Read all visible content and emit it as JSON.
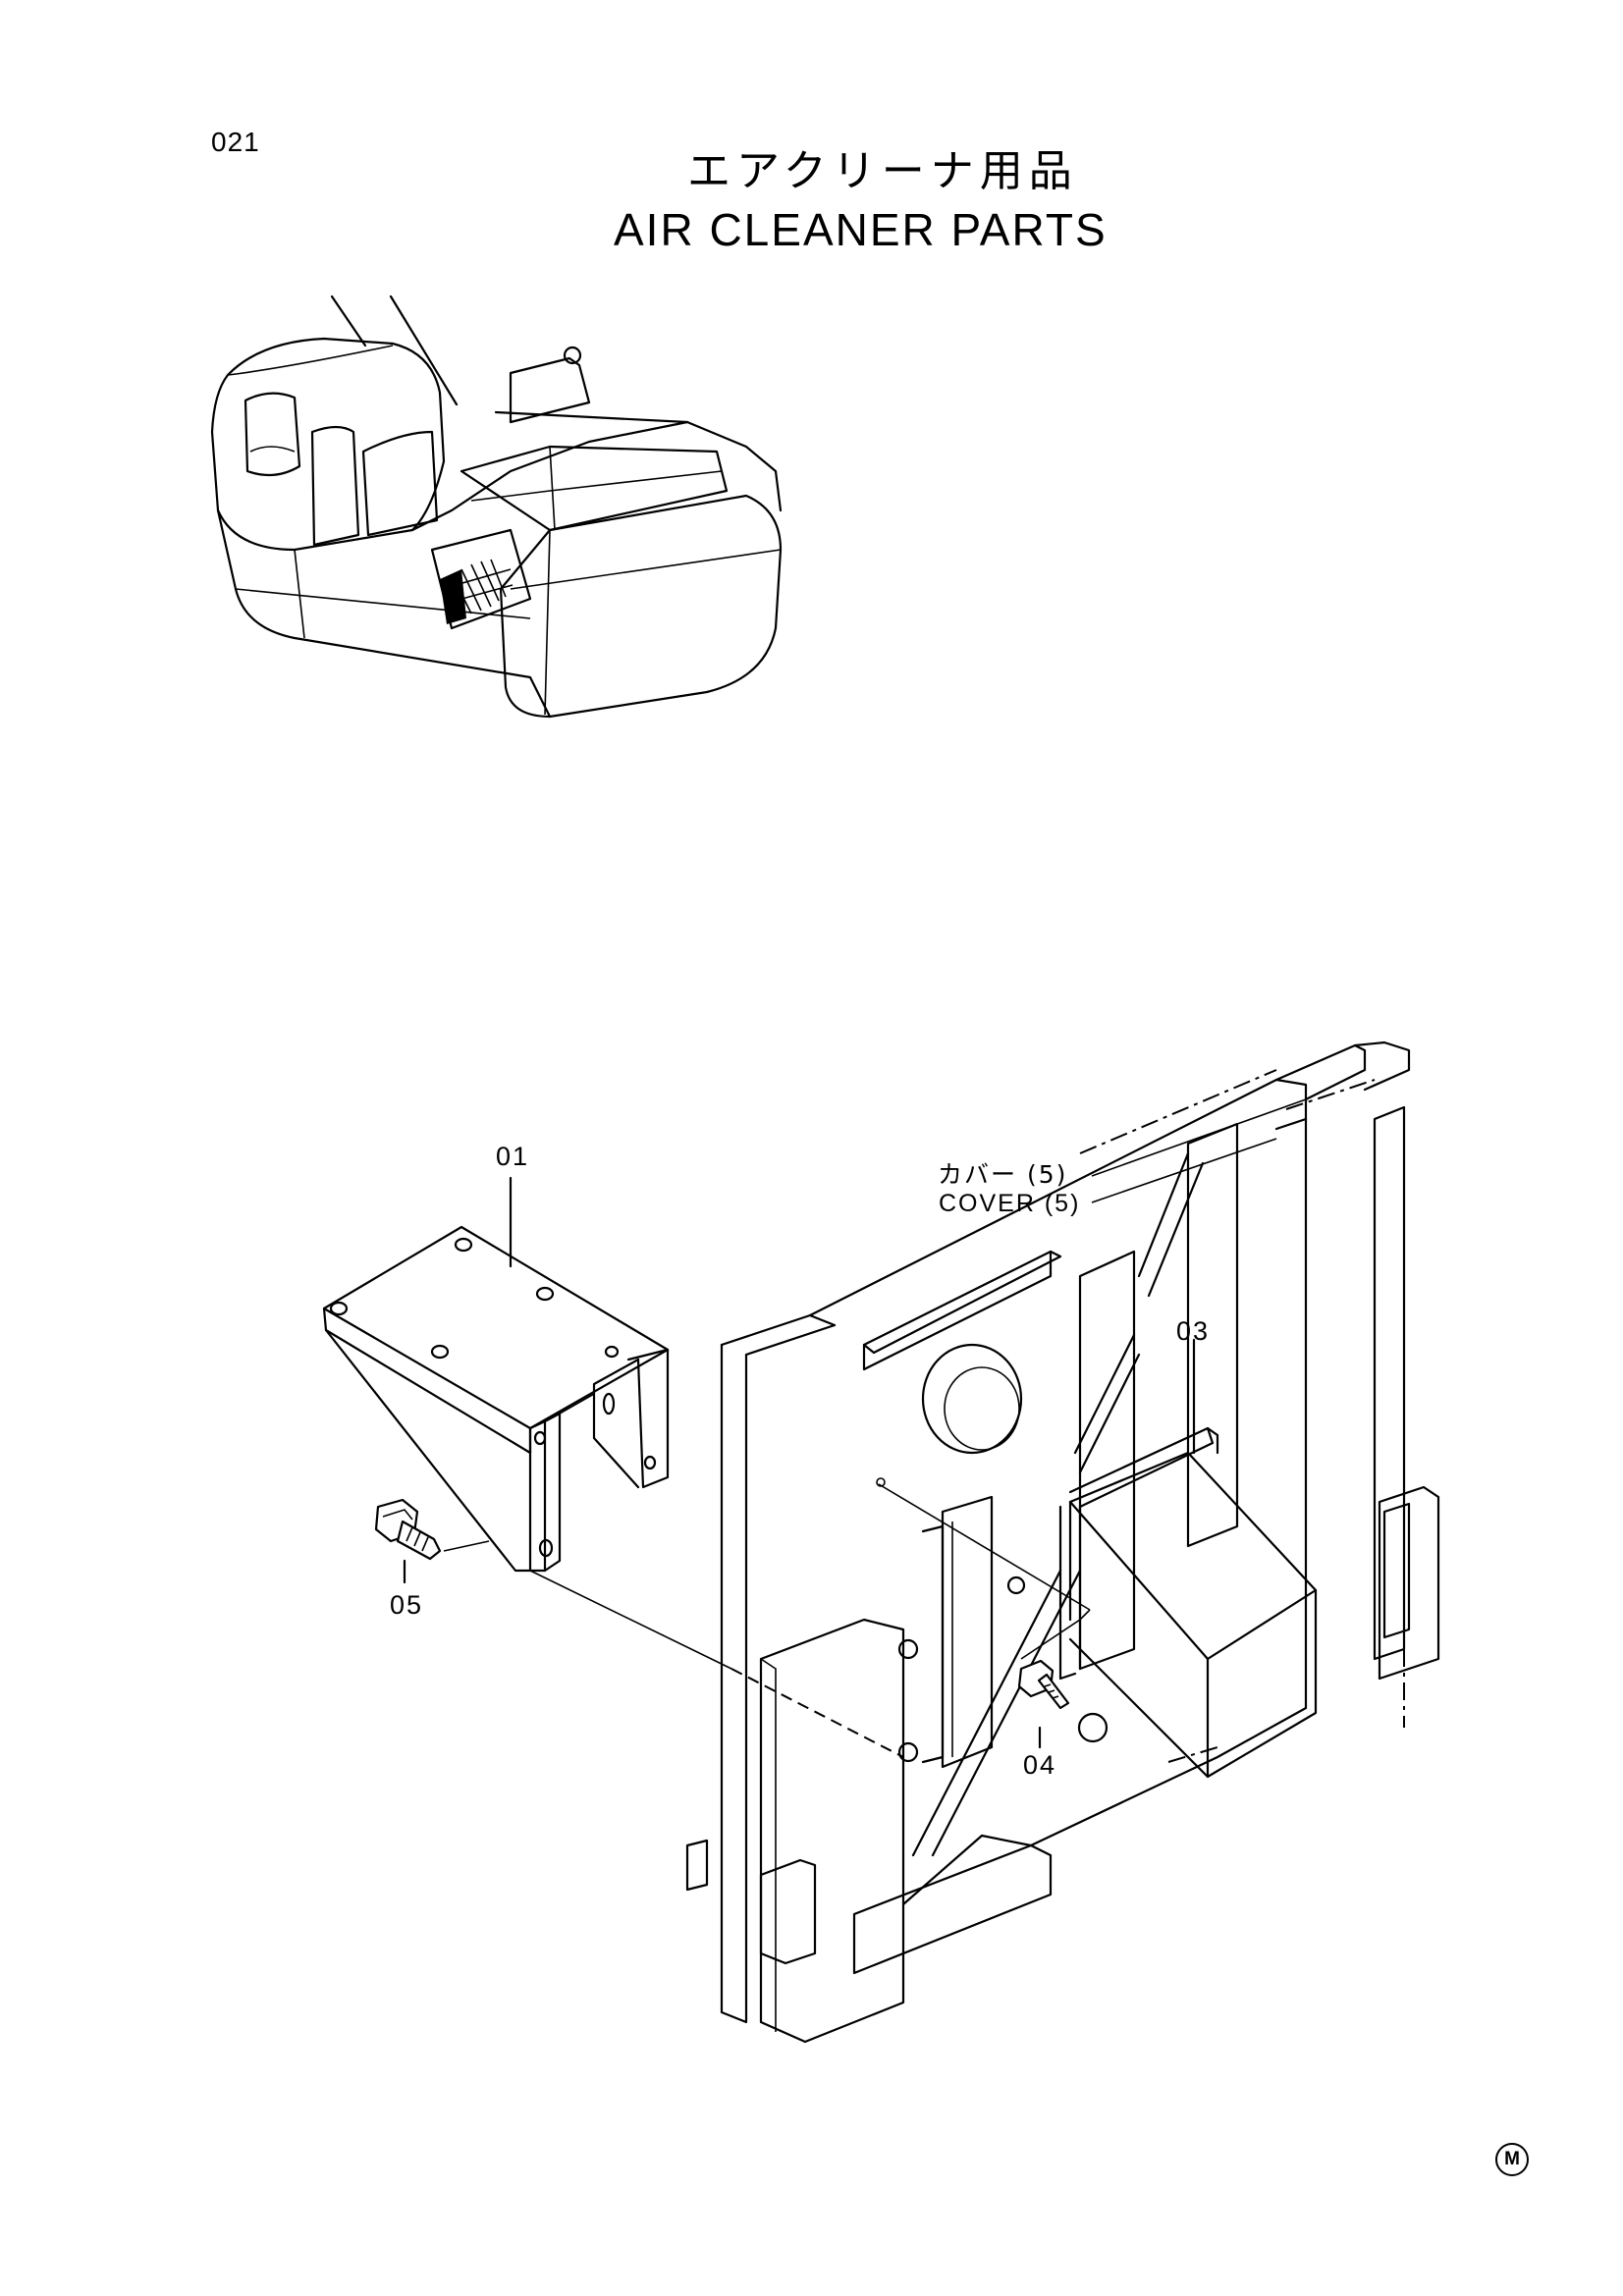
{
  "page_number": "021",
  "title": {
    "japanese": "エアクリーナ用品",
    "english": "AIR CLEANER PARTS"
  },
  "callouts": {
    "part_01": "01",
    "part_03": "03",
    "part_04": "04",
    "part_05": "05",
    "cover_jp": "カバー (5)",
    "cover_en": "COVER (5)"
  },
  "corner_mark": "M"
}
